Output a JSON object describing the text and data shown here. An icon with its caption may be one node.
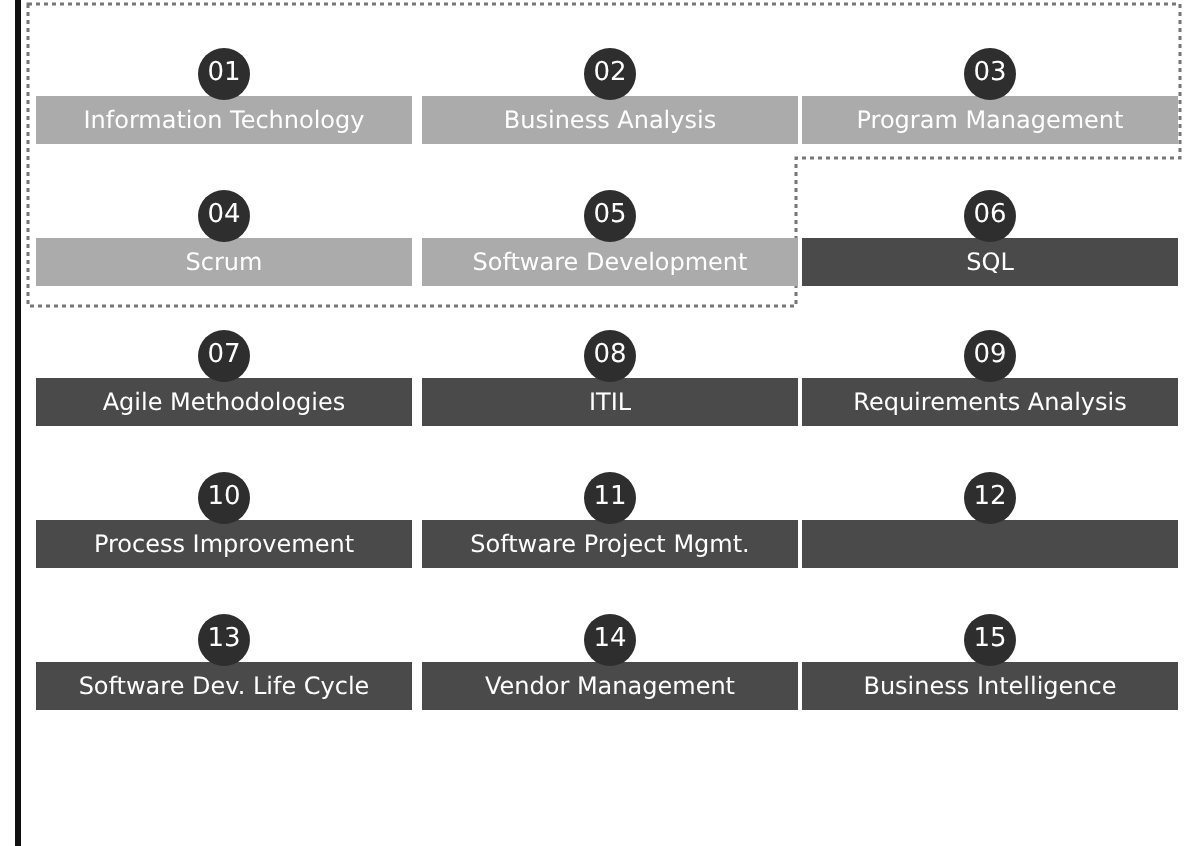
{
  "diagram": {
    "nodes": [
      {
        "text": [
          "01",
          "Information Technology"
        ]
      },
      {
        "text": [
          "02",
          "Business Analysis"
        ]
      },
      {
        "text": [
          "03",
          "Program Management"
        ]
      },
      {
        "text": [
          "04",
          "Scrum"
        ]
      },
      {
        "text": [
          "05",
          "Software Development"
        ]
      },
      {
        "text": [
          "06",
          "SQL"
        ]
      },
      {
        "text": [
          "07",
          "Agile Methodologies"
        ]
      },
      {
        "text": [
          "08",
          "ITIL"
        ]
      },
      {
        "text": [
          "09",
          "Requirements Analysis"
        ]
      },
      {
        "text": [
          "10",
          "Process Improvement"
        ]
      },
      {
        "text": [
          "11",
          "Software Project Mgmt."
        ]
      },
      {
        "text": [
          "12"
        ]
      },
      {
        "text": [
          "13",
          "Software Dev. Life Cycle"
        ]
      },
      {
        "text": [
          "14",
          "Vendor Management"
        ]
      },
      {
        "text": [
          "15",
          "Business Intelligence"
        ]
      }
    ]
  }
}
